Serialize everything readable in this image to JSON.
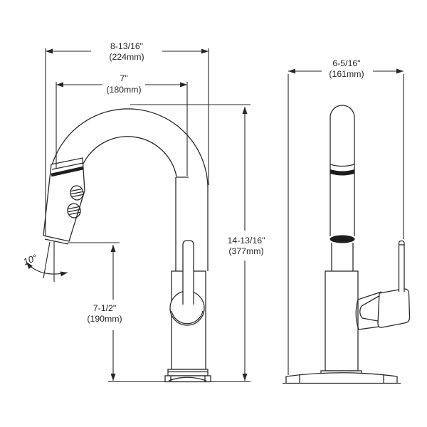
{
  "drawing": {
    "background": "#ffffff",
    "line_color": "#2b2b2b",
    "dims": {
      "overall_width": {
        "imperial": "8-13/16\"",
        "metric": "(224mm)"
      },
      "spout_reach": {
        "imperial": "7\"",
        "metric": "(180mm)"
      },
      "overall_height": {
        "imperial": "14-13/16\"",
        "metric": "(377mm)"
      },
      "spout_clearance": {
        "imperial": "7-1/2\"",
        "metric": "(190mm)"
      },
      "base_width": {
        "imperial": "6-5/16\"",
        "metric": "(161mm)"
      },
      "spray_angle": {
        "label": "10°"
      }
    }
  }
}
